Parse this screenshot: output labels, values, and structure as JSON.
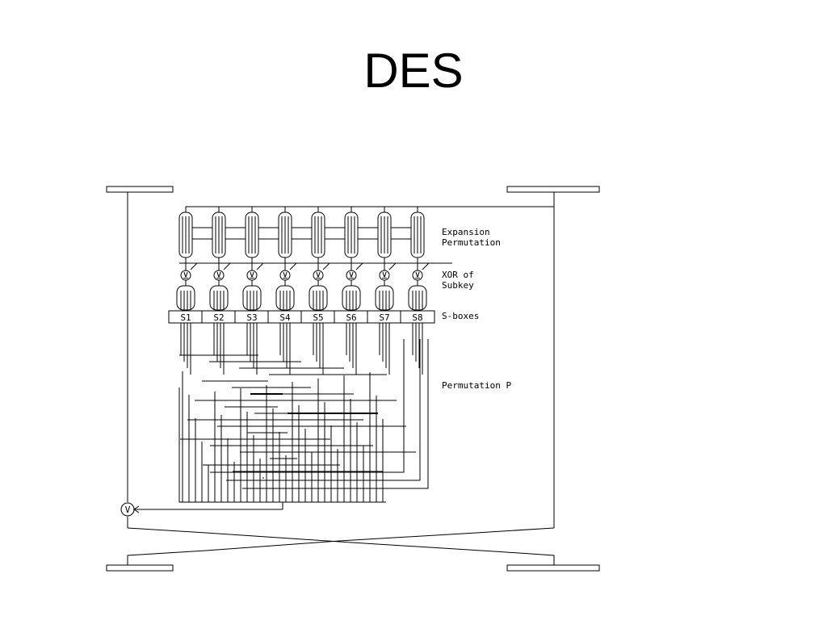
{
  "slide": {
    "title": "DES"
  },
  "diagram": {
    "labels": {
      "expansion": [
        "Expansion",
        "Permutation"
      ],
      "xor": [
        "XOR of",
        "Subkey"
      ],
      "sboxes": "S-boxes",
      "permutation": "Permutation P"
    },
    "sboxes": [
      "S1",
      "S2",
      "S3",
      "S4",
      "S5",
      "S6",
      "S7",
      "S8"
    ],
    "xor_symbol": "⊻",
    "final_xor_symbol": "V"
  }
}
